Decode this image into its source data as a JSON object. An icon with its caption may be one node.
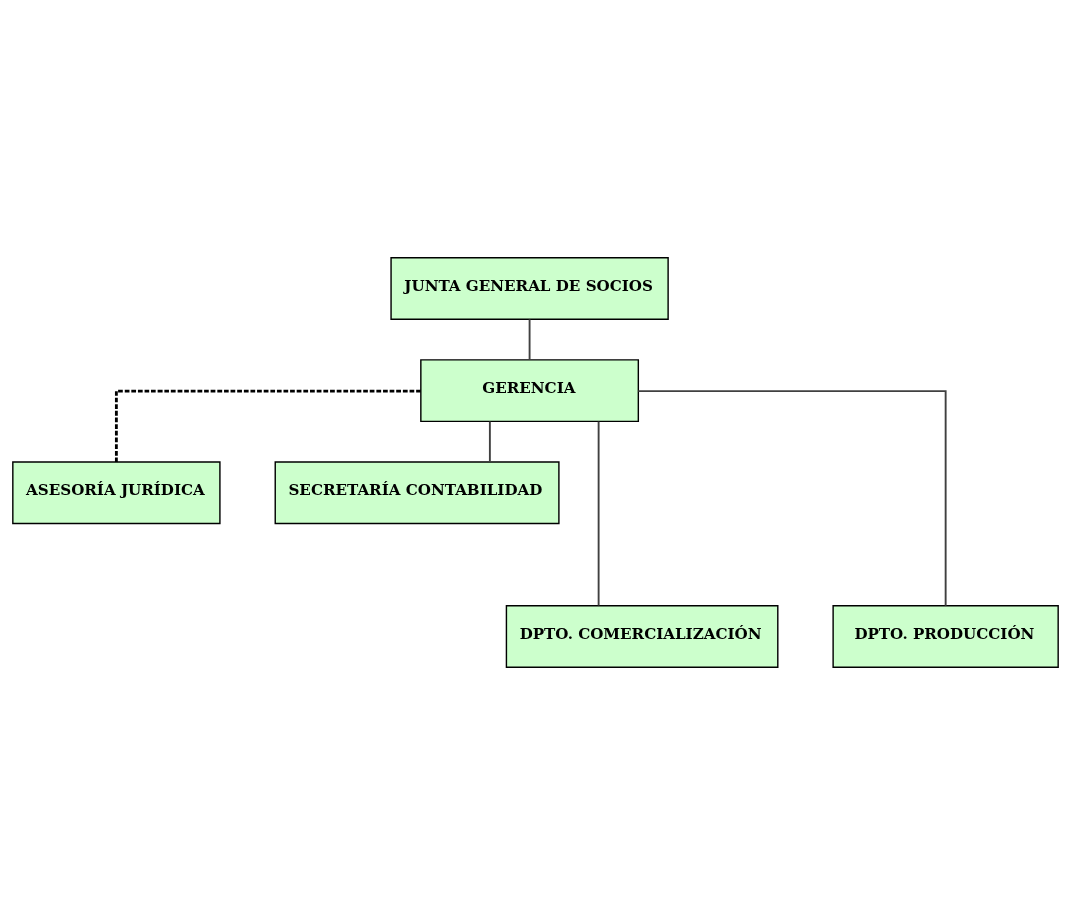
{
  "diagram": {
    "nodes": [
      {
        "text": [
          "JUNTA GENERAL DE SOCIOS"
        ]
      },
      {
        "text": [
          "GERENCIA"
        ]
      },
      {
        "text": [
          "ASESORÍA JURÍDICA"
        ]
      },
      {
        "text": [
          "SECRETARÍA CONTABILIDAD"
        ]
      },
      {
        "text": [
          "DPTO. COMERCIALIZACIÓN"
        ]
      },
      {
        "text": [
          "DPTO. PRODUCCIÓN"
        ]
      }
    ],
    "edges": [
      {
        "from": 0,
        "to": 1,
        "arrow": "none"
      },
      {
        "from": 1,
        "to": 2,
        "arrow": "none",
        "style": "dashed"
      },
      {
        "from": 1,
        "to": 3,
        "arrow": "none"
      },
      {
        "from": 1,
        "to": 4,
        "arrow": "none"
      },
      {
        "from": 1,
        "to": 5,
        "arrow": "none"
      }
    ]
  }
}
